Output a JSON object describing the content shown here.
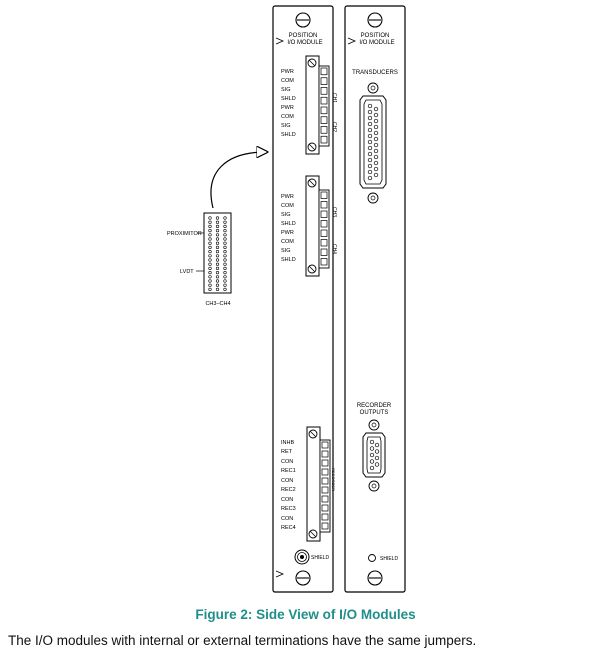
{
  "figure": {
    "caption": "Figure 2:  Side View of I/O Modules",
    "body_text": "The I/O modules with internal or external terminations have the same jumpers."
  },
  "left_module": {
    "title_line1": "POSITION",
    "title_line2": "I/O MODULE",
    "block1_pins": [
      "PWR",
      "COM",
      "SIG",
      "SHLD",
      "PWR",
      "COM",
      "SIG",
      "SHLD"
    ],
    "block1_channels": [
      "CH1",
      "CH2"
    ],
    "block2_pins": [
      "PWR",
      "COM",
      "SIG",
      "SHLD",
      "PWR",
      "COM",
      "SIG",
      "SHLD"
    ],
    "block2_channels": [
      "CH3",
      "CH4"
    ],
    "block3_pins": [
      "INHB",
      "RET",
      "CON",
      "REC1",
      "CON",
      "REC2",
      "CON",
      "REC3",
      "CON",
      "REC4"
    ],
    "block3_side_label": "RECORDER",
    "shield_label": "SHIELD"
  },
  "right_module": {
    "title_line1": "POSITION",
    "title_line2": "I/O MODULE",
    "transducers_label": "TRANSDUCERS",
    "recorder_line1": "RECORDER",
    "recorder_line2": "OUTPUTS",
    "shield_label": "SHIELD"
  },
  "jumper_board": {
    "proximitor_label": "PROXIMITOR",
    "lvdt_label": "LVDT",
    "board_label": "CH3–CH4"
  }
}
